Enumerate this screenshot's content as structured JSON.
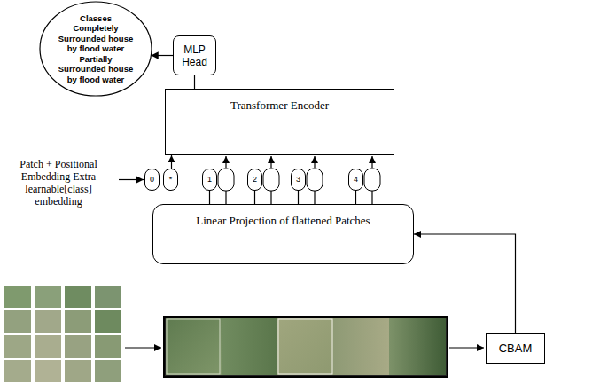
{
  "diagram": {
    "nodes": [
      {
        "text": [
          "Classes",
          "Completely Surrounded house by flood water",
          "Partially Surrounded house by flood water"
        ]
      },
      {
        "text": [
          "MLP Head"
        ]
      },
      {
        "text": [
          "Transformer Encoder"
        ]
      },
      {
        "text": [
          "0"
        ]
      },
      {
        "text": [
          "*"
        ]
      },
      {
        "text": [
          "1"
        ]
      },
      {
        "text": [
          "2"
        ]
      },
      {
        "text": [
          "3"
        ]
      },
      {
        "text": [
          "4"
        ]
      },
      {
        "text": [
          "Linear Projection of flattened Patches"
        ]
      },
      {
        "text": [
          "CBAM"
        ]
      }
    ],
    "edges": [
      {
        "from": 1,
        "to": 0,
        "arrow": "to"
      },
      {
        "from": 2,
        "to": 1,
        "arrow": "none"
      },
      {
        "from": 4,
        "to": 2,
        "arrow": "to"
      },
      {
        "from": 9,
        "to": 5,
        "arrow": "none"
      },
      {
        "from": 9,
        "to": 6,
        "arrow": "none"
      },
      {
        "from": 9,
        "to": 7,
        "arrow": "none"
      },
      {
        "from": 9,
        "to": 8,
        "arrow": "none"
      },
      {
        "from": 10,
        "to": 9,
        "arrow": "to"
      }
    ],
    "labels": [
      "Patch + Positional Embedding Extra learnable[class] embedding"
    ]
  }
}
